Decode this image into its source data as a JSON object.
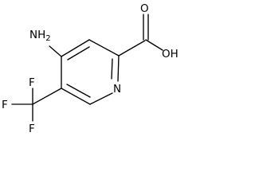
{
  "molecule": {
    "atom_labels": {
      "amine_main": "NH",
      "amine_sub": "2",
      "carbonyl_oxygen": "O",
      "hydroxyl": "OH",
      "ring_nitrogen": "N",
      "fluorine_top": "F",
      "fluorine_left": "F",
      "fluorine_bottom": "F"
    },
    "colors": {
      "bond": "#000000",
      "text": "#000000",
      "background": "#ffffff"
    }
  }
}
